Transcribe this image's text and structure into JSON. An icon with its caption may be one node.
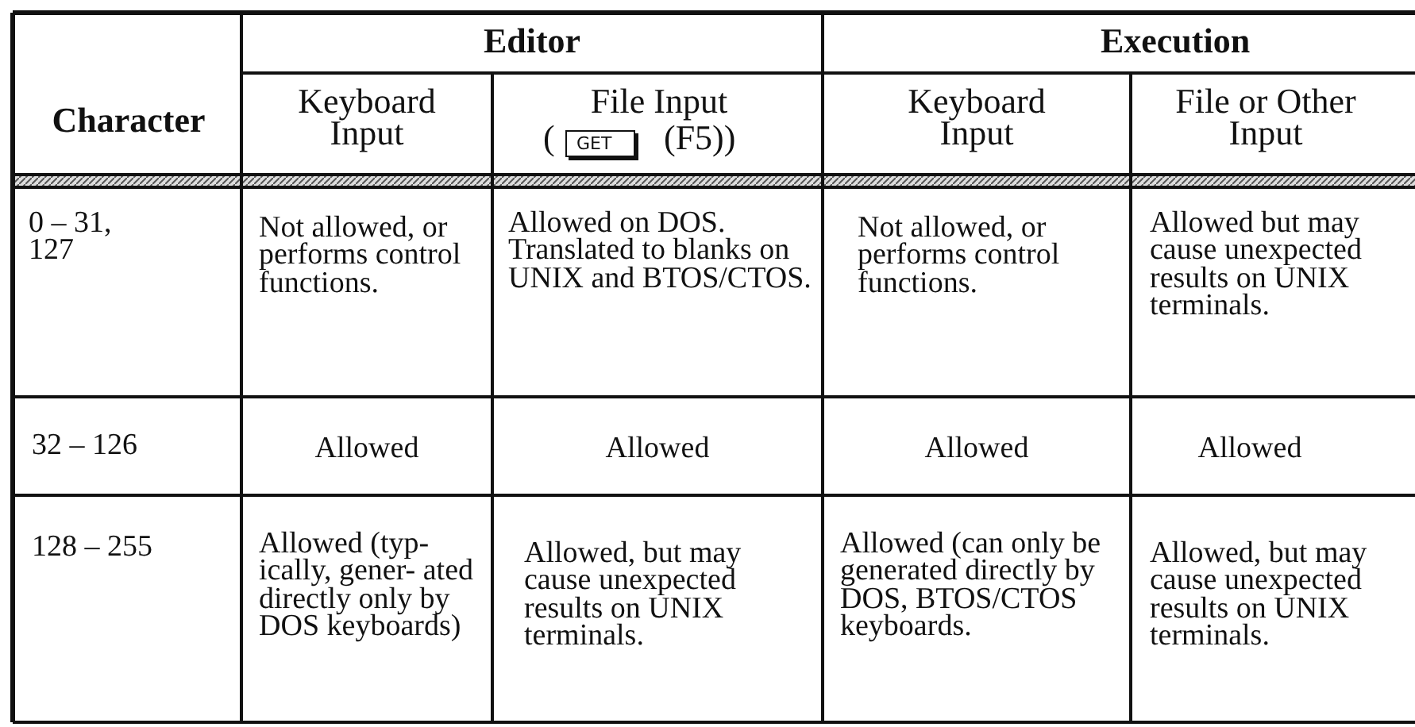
{
  "diagram": {
    "labels": [
      "Character",
      "Editor",
      "Execution",
      "Keyboard Input",
      "File Input",
      "(",
      "GET",
      "(F5))",
      "Keyboard Input",
      "File or Other Input",
      "0 – 31, 127",
      "Not allowed, or performs control functions.",
      "Allowed on DOS. Translated to blanks on UNIX and BTOS/CTOS.",
      "Not allowed, or performs control functions.",
      "Allowed but may cause unexpected results on UNIX terminals.",
      "32 – 126",
      "Allowed",
      "Allowed",
      "Allowed",
      "Allowed",
      "128 – 255",
      "Allowed (typ- ically, gener- ated directly only by DOS keyboards)",
      "Allowed, but may cause unexpected results on UNIX terminals.",
      "Allowed (can only be generated directly by DOS, BTOS/CTOS keyboards.",
      "Allowed, but may cause unexpected results on UNIX terminals."
    ]
  }
}
